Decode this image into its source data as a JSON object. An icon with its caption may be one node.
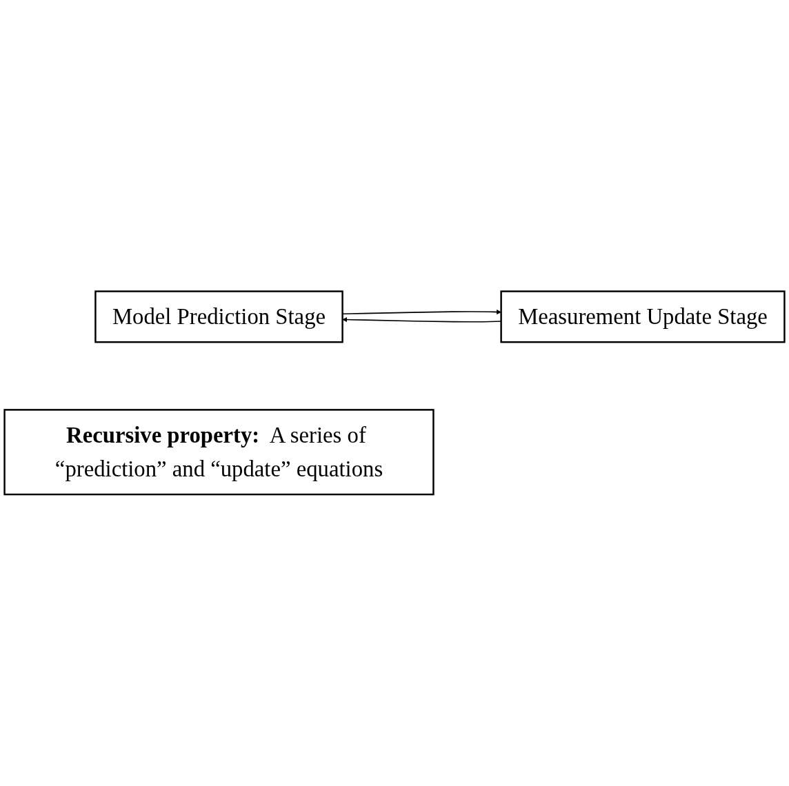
{
  "diagram": {
    "nodes": [
      {
        "text": [
          "Model Prediction Stage"
        ]
      },
      {
        "text": [
          "Measurement Update Stage"
        ]
      },
      {
        "text": [
          "**Recursive property:**  A series of “prediction” and “update” equations"
        ]
      }
    ],
    "edges": [
      {
        "from": 0,
        "to": 1,
        "arrow": "to"
      },
      {
        "from": 1,
        "to": 0,
        "arrow": "to"
      }
    ]
  }
}
